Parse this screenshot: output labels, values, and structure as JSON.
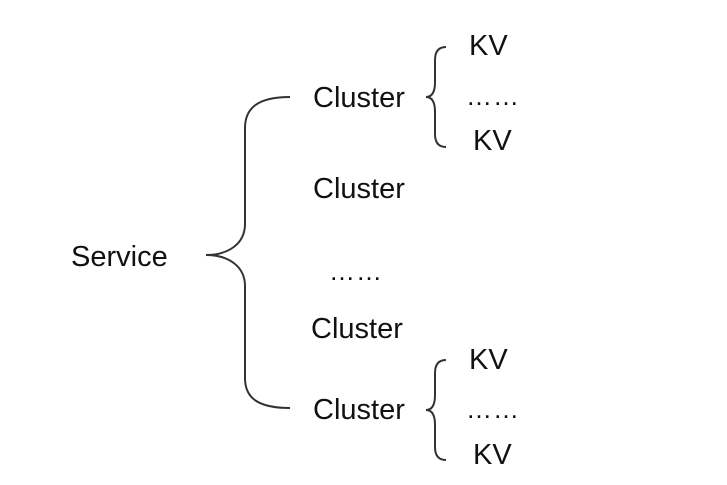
{
  "diagram": {
    "root": "Service",
    "clusters": [
      {
        "label": "Cluster",
        "children": [
          "KV",
          "……",
          "KV"
        ]
      },
      {
        "label": "Cluster"
      },
      {
        "label": "……"
      },
      {
        "label": "Cluster"
      },
      {
        "label": "Cluster",
        "children": [
          "KV",
          "……",
          "KV"
        ]
      }
    ],
    "colors": {
      "stroke": "#333333",
      "text": "#111111",
      "background": "#ffffff"
    }
  }
}
